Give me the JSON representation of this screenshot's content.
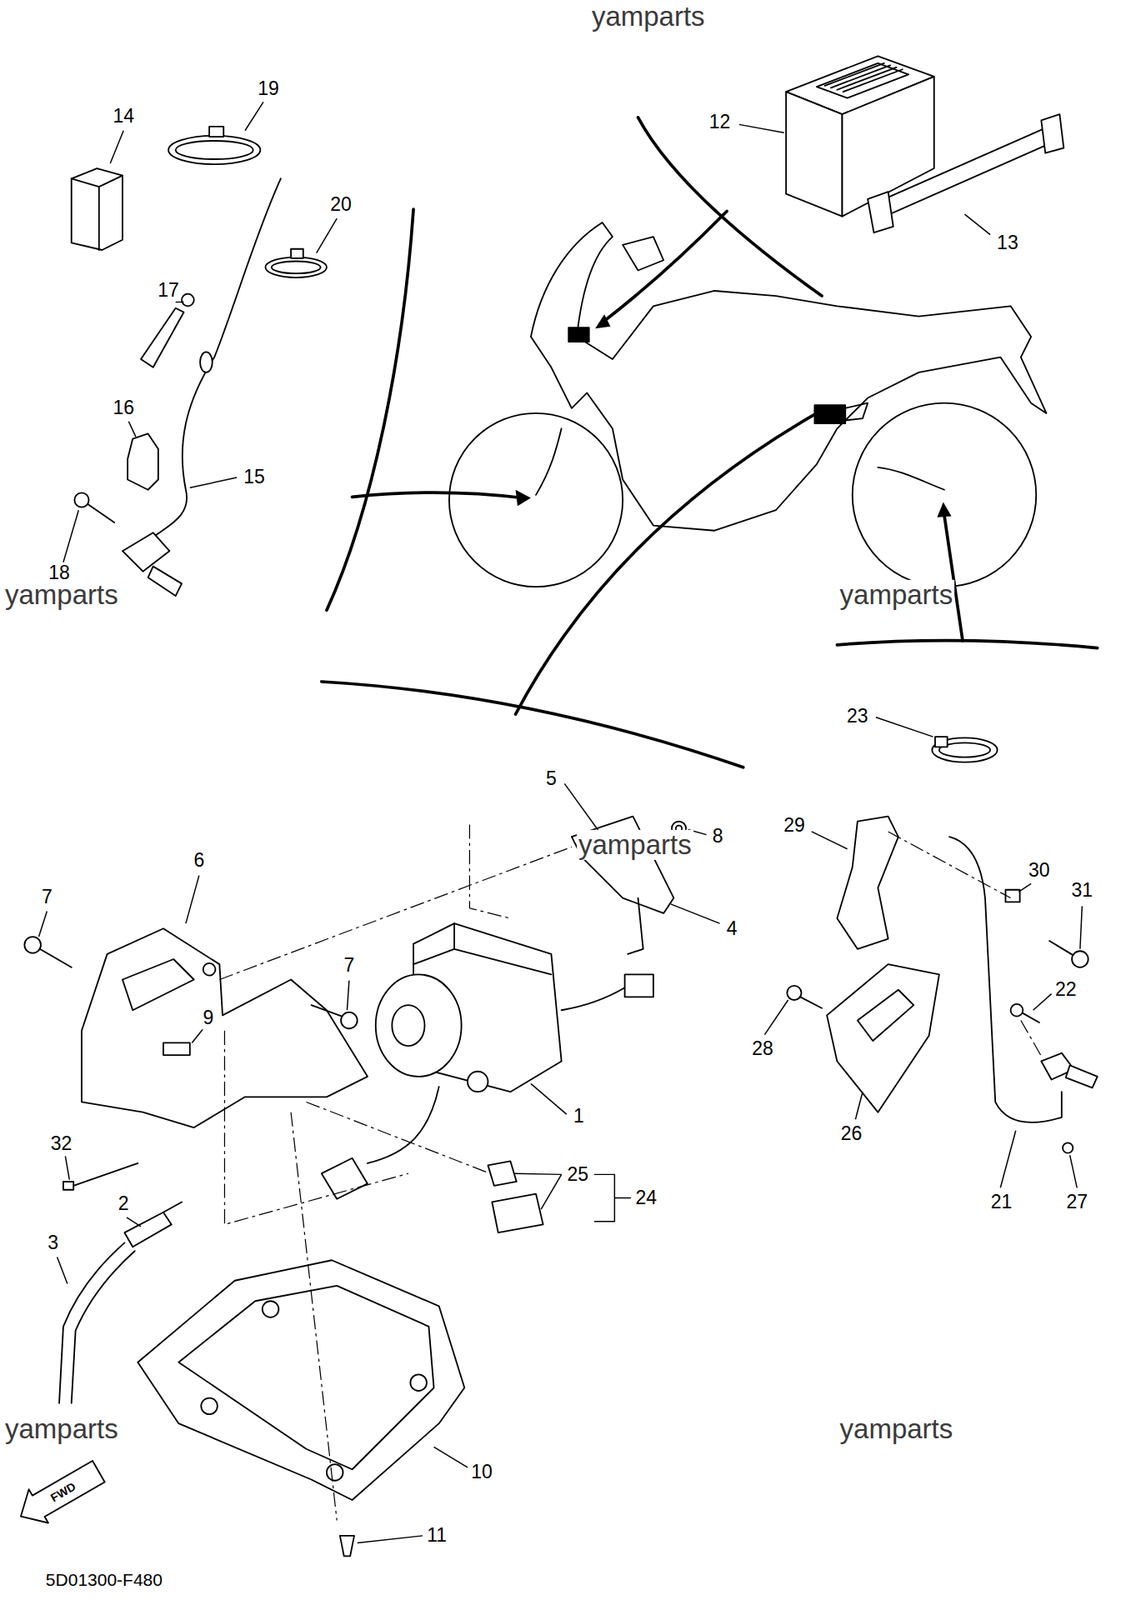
{
  "diagram": {
    "labels": [
      "yamparts",
      "14",
      "19",
      "20",
      "17",
      "16",
      "15",
      "18",
      "yamparts",
      "12",
      "13",
      "yamparts",
      "5",
      "8",
      "yamparts",
      "6",
      "4",
      "7",
      "7",
      "9",
      "1",
      "32",
      "2",
      "25",
      "24",
      "3",
      "23",
      "29",
      "30",
      "31",
      "22",
      "28",
      "26",
      "21",
      "27",
      "yamparts",
      "yamparts",
      "10",
      "FWD",
      "11",
      "5D01300-F480"
    ]
  }
}
